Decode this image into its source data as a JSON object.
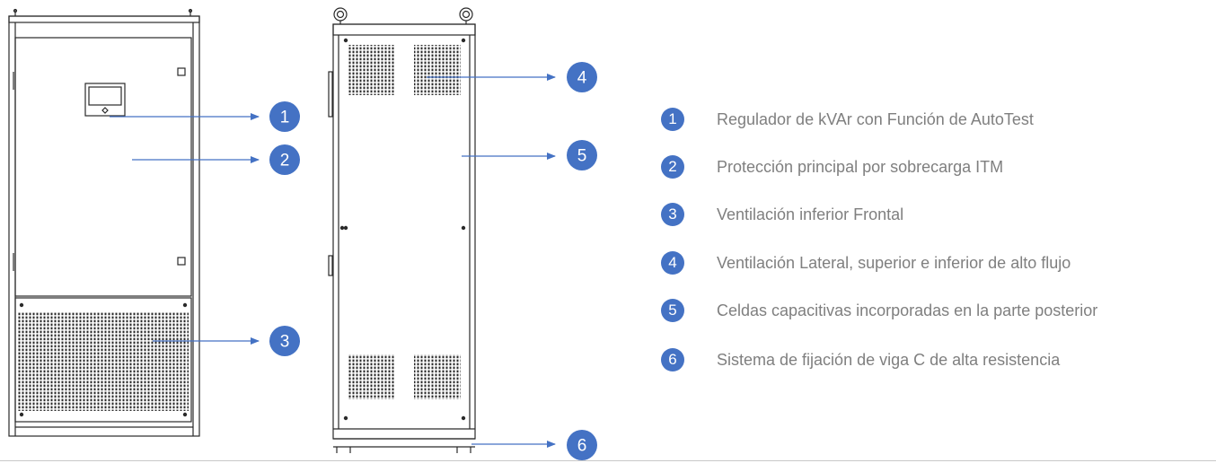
{
  "colors": {
    "accent": "#4472c4",
    "line": "#2a2a2a",
    "label": "#7f7f7f"
  },
  "callouts": [
    {
      "number": "1"
    },
    {
      "number": "2"
    },
    {
      "number": "3"
    },
    {
      "number": "4"
    },
    {
      "number": "5"
    },
    {
      "number": "6"
    }
  ],
  "legend": [
    {
      "number": "1",
      "label": "Regulador de kVAr con Función de AutoTest"
    },
    {
      "number": "2",
      "label": "Protección principal por sobrecarga ITM"
    },
    {
      "number": "3",
      "label": "Ventilación inferior Frontal"
    },
    {
      "number": "4",
      "label": "Ventilación Lateral, superior e inferior de alto flujo"
    },
    {
      "number": "5",
      "label": "Celdas capacitivas incorporadas en la parte posterior"
    },
    {
      "number": "6",
      "label": "Sistema de fijación de viga C de alta resistencia"
    }
  ]
}
